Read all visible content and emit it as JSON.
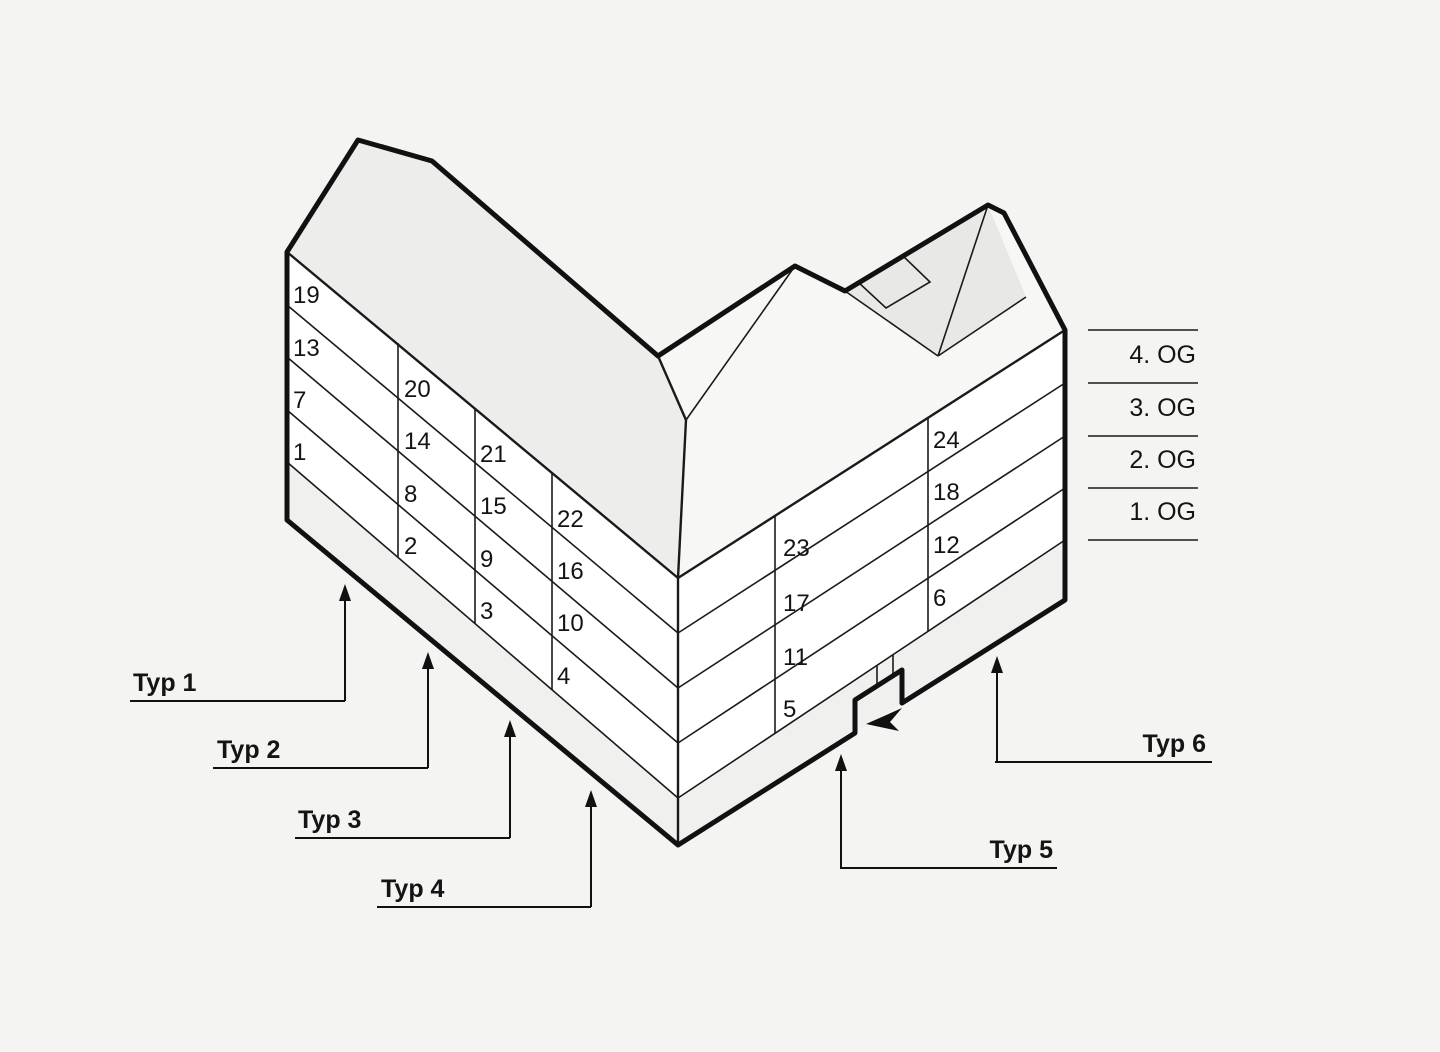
{
  "diagram": {
    "title": "building-axonometric-unit-diagram",
    "colors": {
      "background": "#f4f4f2",
      "line": "#1a1a1a",
      "facade": "#ffffff",
      "ground": "#f0f0ee",
      "roof_left": "#ededeb",
      "roof_right": "#f7f7f5",
      "dormer": "#e8e8e6",
      "skylight": "#fbfbfa"
    },
    "left_facade_columns": [
      {
        "units": [
          "19",
          "13",
          "7",
          "1"
        ]
      },
      {
        "units": [
          "20",
          "14",
          "8",
          "2"
        ]
      },
      {
        "units": [
          "21",
          "15",
          "9",
          "3"
        ]
      },
      {
        "units": [
          "22",
          "16",
          "10",
          "4"
        ]
      }
    ],
    "right_facade_columns": [
      {
        "units": [
          "23",
          "17",
          "11",
          "5"
        ]
      },
      {
        "units": [
          "24",
          "18",
          "12",
          "6"
        ]
      }
    ],
    "floor_labels": [
      "4. OG",
      "3. OG",
      "2. OG",
      "1. OG"
    ],
    "type_labels": [
      "Typ 1",
      "Typ 2",
      "Typ 3",
      "Typ 4",
      "Typ 5",
      "Typ 6"
    ]
  }
}
